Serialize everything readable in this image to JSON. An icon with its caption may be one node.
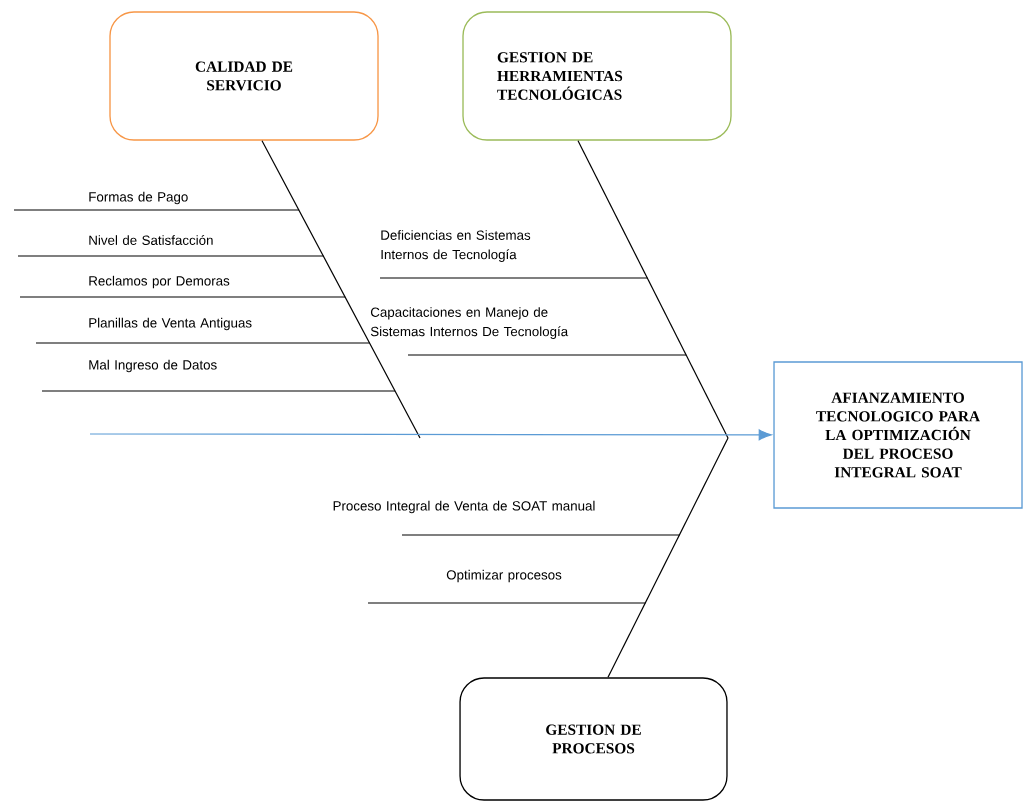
{
  "diagram": {
    "nodes": [
      {
        "text": [
          "CALIDAD DE SERVICIO"
        ]
      },
      {
        "text": [
          "GESTION DE HERRAMIENTAS TECNOLÓGICAS"
        ]
      },
      {
        "text": [
          "AFIANZAMIENTO TECNOLOGICO PARA LA OPTIMIZACIÓN DEL PROCESO INTEGRAL SOAT"
        ]
      },
      {
        "text": [
          "GESTION DE PROCESOS"
        ]
      }
    ],
    "edges": [
      {
        "from": 0,
        "to": null,
        "arrow": "none"
      },
      {
        "from": 1,
        "to": null,
        "arrow": "none"
      },
      {
        "from": null,
        "to": 2,
        "arrow": "to",
        "color": "#5b9bd5"
      },
      {
        "from": 3,
        "to": null,
        "arrow": "none"
      }
    ],
    "labels": [
      "Formas de Pago",
      "Nivel de Satisfacción",
      "Reclamos por Demoras",
      "Planillas de Venta Antiguas",
      "Mal Ingreso de Datos",
      "Deficiencias en Sistemas Internos de Tecnología",
      "Capacitaciones en Manejo de Sistemas Internos De Tecnología",
      "Proceso Integral de Venta de SOAT manual",
      "Optimizar procesos"
    ]
  }
}
